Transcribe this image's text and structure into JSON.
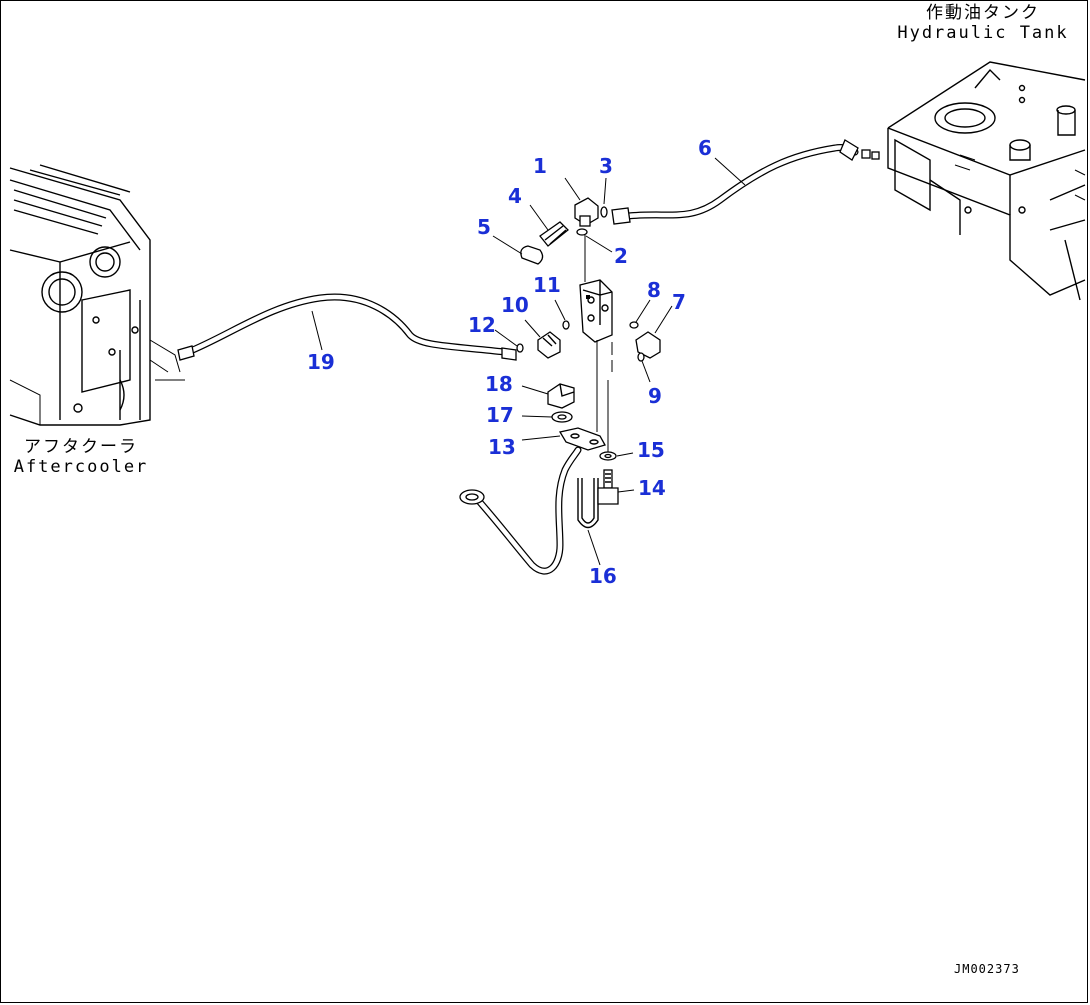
{
  "labels": {
    "hydraulic_tank_jp": "作動油タンク",
    "hydraulic_tank_en": "Hydraulic Tank",
    "aftercooler_jp": "アフタクーラ",
    "aftercooler_en": "Aftercooler",
    "drawing_number": "JM002373"
  },
  "callouts": [
    "1",
    "2",
    "3",
    "4",
    "5",
    "6",
    "7",
    "8",
    "9",
    "10",
    "11",
    "12",
    "13",
    "14",
    "15",
    "16",
    "17",
    "18",
    "19"
  ],
  "colors": {
    "callout": "#1a2fd6",
    "line": "#000000",
    "background": "#ffffff"
  }
}
